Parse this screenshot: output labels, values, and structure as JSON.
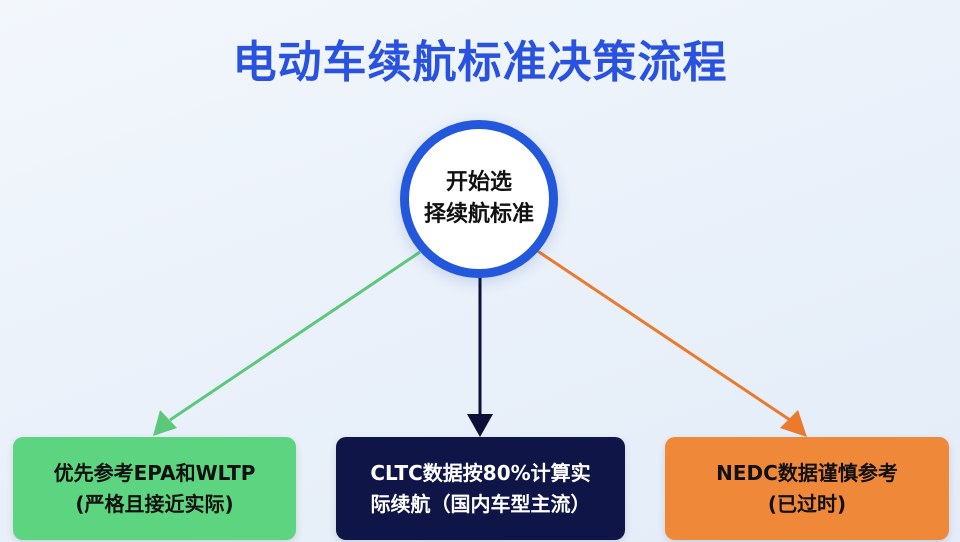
{
  "title": "电动车续航标准决策流程",
  "start_node": {
    "line1": "开始选",
    "line2": "择续航标准"
  },
  "options": [
    {
      "line1": "优先参考EPA和WLTP",
      "line2": "(严格且接近实际)",
      "color": "#5dd480",
      "arrow_color": "#5cc97a"
    },
    {
      "line1": "CLTC数据按80%计算实",
      "line2": "际续航（国内车型主流）",
      "color": "#0f1546",
      "arrow_color": "#0b0f3a"
    },
    {
      "line1": "NEDC数据谨慎参考",
      "line2": "(已过时)",
      "color": "#f0883a",
      "arrow_color": "#ea7a2e"
    }
  ],
  "colors": {
    "title": "#2a52e0",
    "start_border": "#2358dc"
  }
}
